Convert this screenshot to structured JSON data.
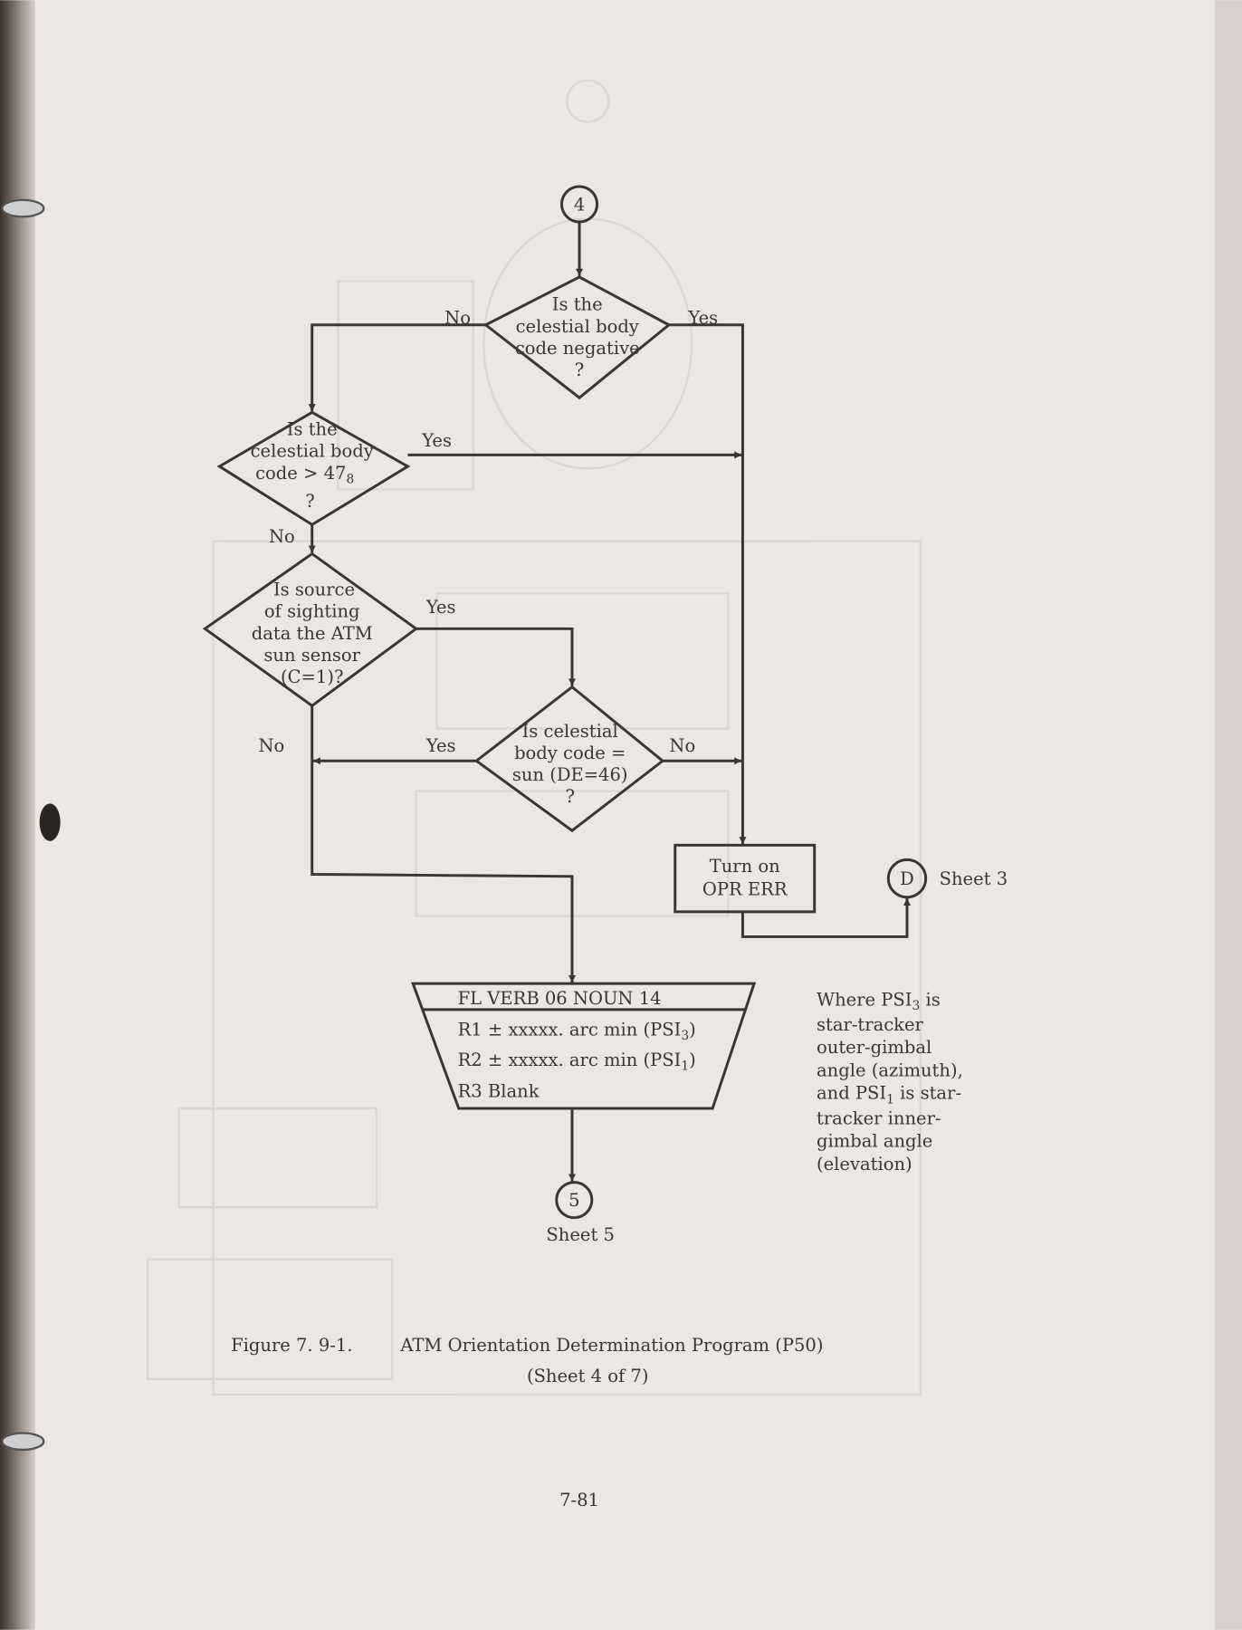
{
  "connectors": {
    "entry": "4",
    "exit": "5",
    "exit_sheet": "Sheet 5",
    "offpage": "D",
    "offpage_sheet": "Sheet 3"
  },
  "decisions": [
    {
      "lines": [
        "Is the",
        "celestial body",
        "code negative",
        "?"
      ],
      "yes": "Yes",
      "no": "No"
    },
    {
      "lines": [
        "Is the",
        "celestial body",
        "code > 47",
        "8",
        "?"
      ],
      "yes": "Yes",
      "no": "No"
    },
    {
      "lines": [
        "Is source",
        "of sighting",
        "data the ATM",
        "sun sensor",
        "(C=1)?"
      ],
      "yes": "Yes",
      "no": "No"
    },
    {
      "lines": [
        "Is celestial",
        "body code =",
        "sun (DE=46)",
        "?"
      ],
      "yes": "Yes",
      "no": "No"
    }
  ],
  "process_box": {
    "lines": [
      "Turn on",
      "OPR ERR"
    ]
  },
  "display": {
    "header": "FL VERB 06 NOUN 14",
    "r1": "R1 ± xxxxx.  arc min (PSI",
    "r1_sub": "3",
    "r2": "R2 ± xxxxx.  arc min (PSI",
    "r2_sub": "1",
    "close": ")",
    "r3": "R3 Blank"
  },
  "note": {
    "l1a": "Where PSI",
    "l1sub": "3",
    "l1b": " is",
    "l2": "star-tracker",
    "l3": "outer-gimbal",
    "l4": "angle (azimuth),",
    "l5a": "and PSI",
    "l5sub": "1",
    "l5b": " is star-",
    "l6": "tracker inner-",
    "l7": "gimbal angle",
    "l8": "(elevation)"
  },
  "caption": {
    "figure": "Figure 7. 9-1.",
    "title": "ATM Orientation Determination Program (P50)",
    "sheet": "(Sheet 4 of 7)"
  },
  "page_number": "7-81"
}
